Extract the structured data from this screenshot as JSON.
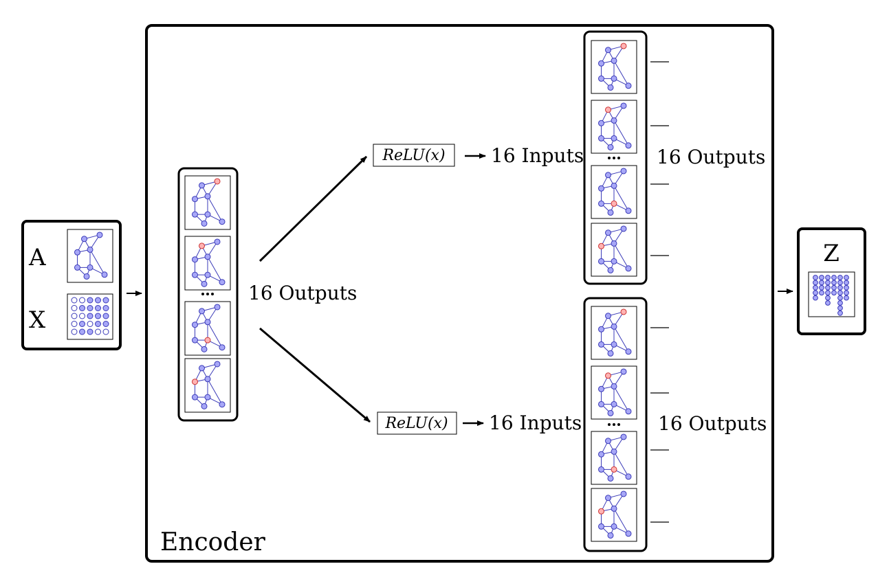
{
  "input": {
    "a_label": "A",
    "x_label": "X"
  },
  "encoder": {
    "title": "Encoder",
    "first_layer": {
      "outputs_label": "16 Outputs",
      "ellipsis": "..."
    },
    "branches": [
      {
        "activation": "ReLU(x)",
        "inputs_label": "16 Inputs",
        "outputs_label": "16 Outputs",
        "ellipsis": "..."
      },
      {
        "activation": "ReLU(x)",
        "inputs_label": "16 Inputs",
        "outputs_label": "16 Outputs",
        "ellipsis": "..."
      }
    ]
  },
  "output": {
    "z_label": "Z"
  },
  "colors": {
    "node_fill": "#a7a7f7",
    "node_stroke": "#3a3ab8",
    "edge": "#3a3ab8",
    "highlight_fill": "#ffb3b3",
    "highlight_stroke": "#cc3333"
  }
}
